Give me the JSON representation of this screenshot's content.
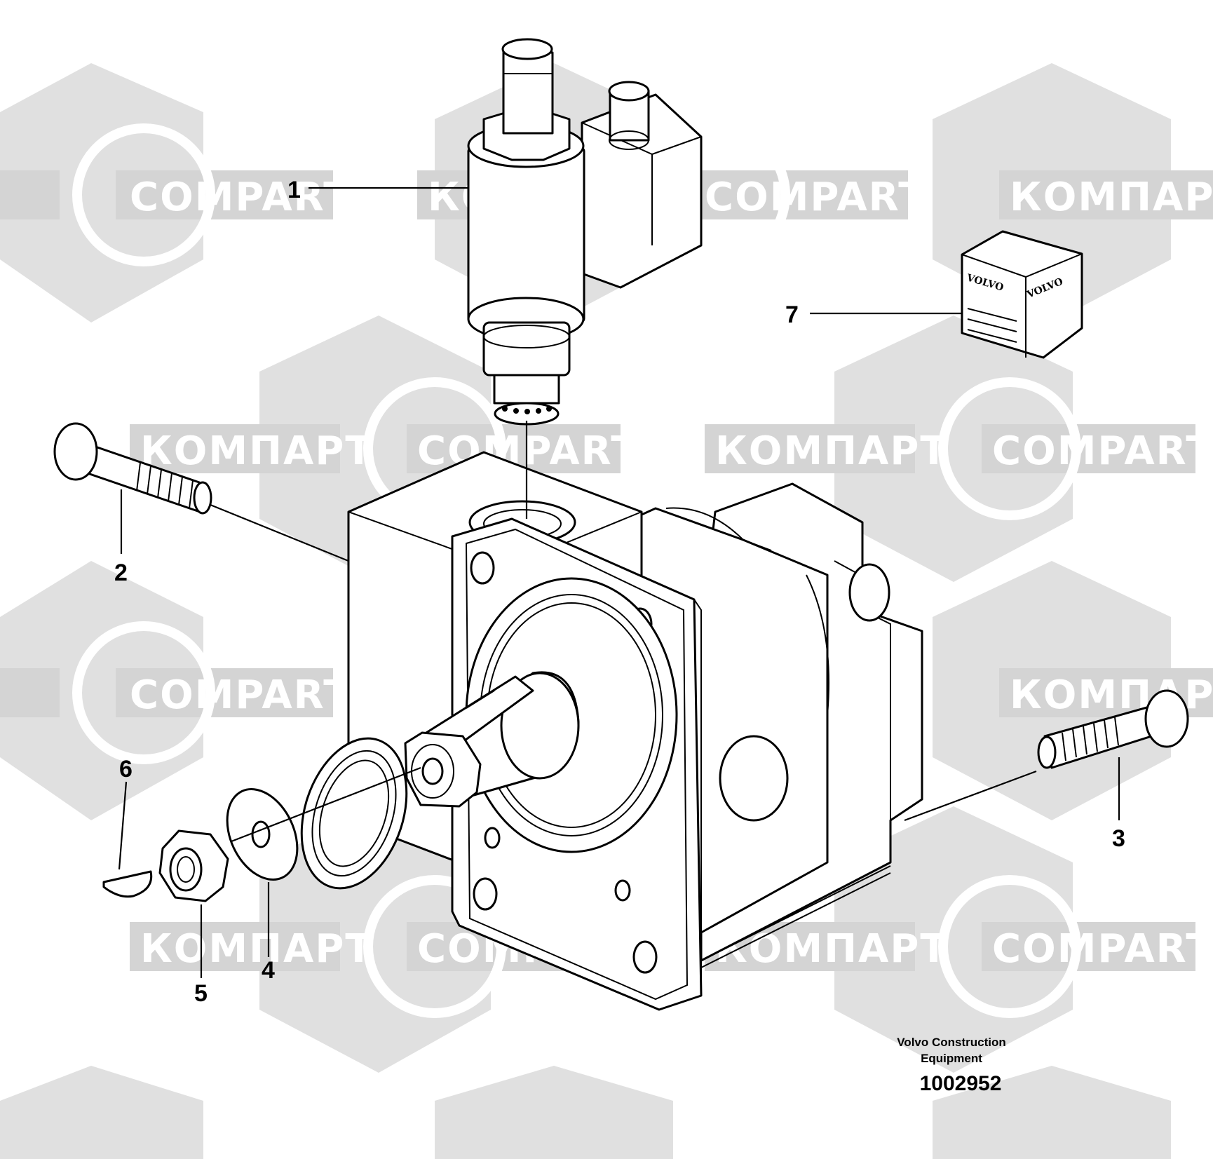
{
  "watermark": {
    "latin": "COMPART",
    "cyrillic": "КОМПАРТ"
  },
  "callouts": [
    "1",
    "2",
    "3",
    "4",
    "5",
    "6",
    "7"
  ],
  "kit_box": {
    "brand": "VOLVO"
  },
  "caption": {
    "line1": "Volvo Construction",
    "line2": "Equipment"
  },
  "document_number": "1002952",
  "colors": {
    "watermark_gray": "#d9d9d9",
    "line": "#000000",
    "background": "#ffffff"
  }
}
